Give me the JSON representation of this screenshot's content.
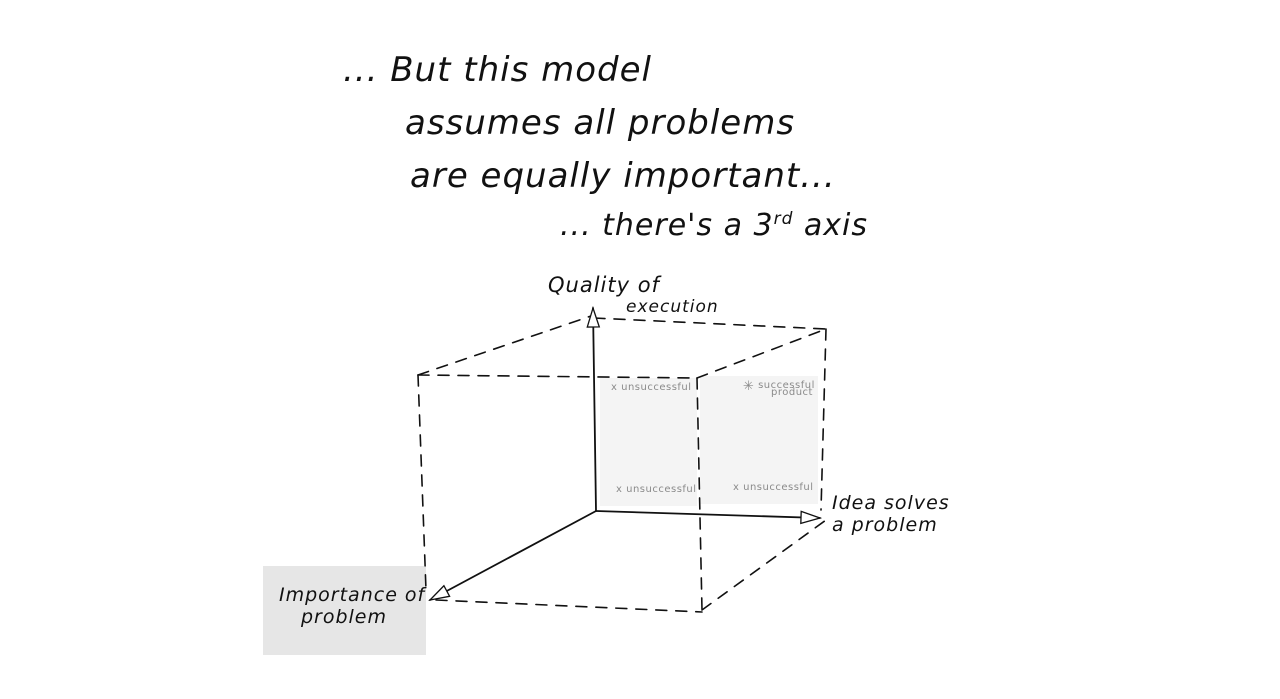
{
  "heading": {
    "line1": "... But  this  model",
    "line2": "assumes  all  problems",
    "line3": "are equally important...",
    "line4_prefix": "... there's a 3",
    "line4_sup": "rd",
    "line4_suffix": " axis"
  },
  "axes": {
    "vertical": {
      "line1": "Quality of",
      "line2": "execution"
    },
    "horizontal": {
      "line1": "Idea solves",
      "line2": "a problem"
    },
    "depth": {
      "line1": "Importance of",
      "line2": "problem"
    }
  },
  "cells": {
    "top_left": {
      "mark": "x",
      "label": "unsuccessful"
    },
    "top_right": {
      "mark": "✳",
      "label_line1": "successful",
      "label_line2": "product"
    },
    "bottom_left": {
      "mark": "x",
      "label": "unsuccessful"
    },
    "bottom_right": {
      "mark": "x",
      "label": "unsuccessful"
    }
  },
  "colors": {
    "ink": "#111111",
    "faint_text": "#8a8a8a",
    "cell_shade": "#f4f4f4",
    "highlight_box": "#e6e6e6"
  }
}
